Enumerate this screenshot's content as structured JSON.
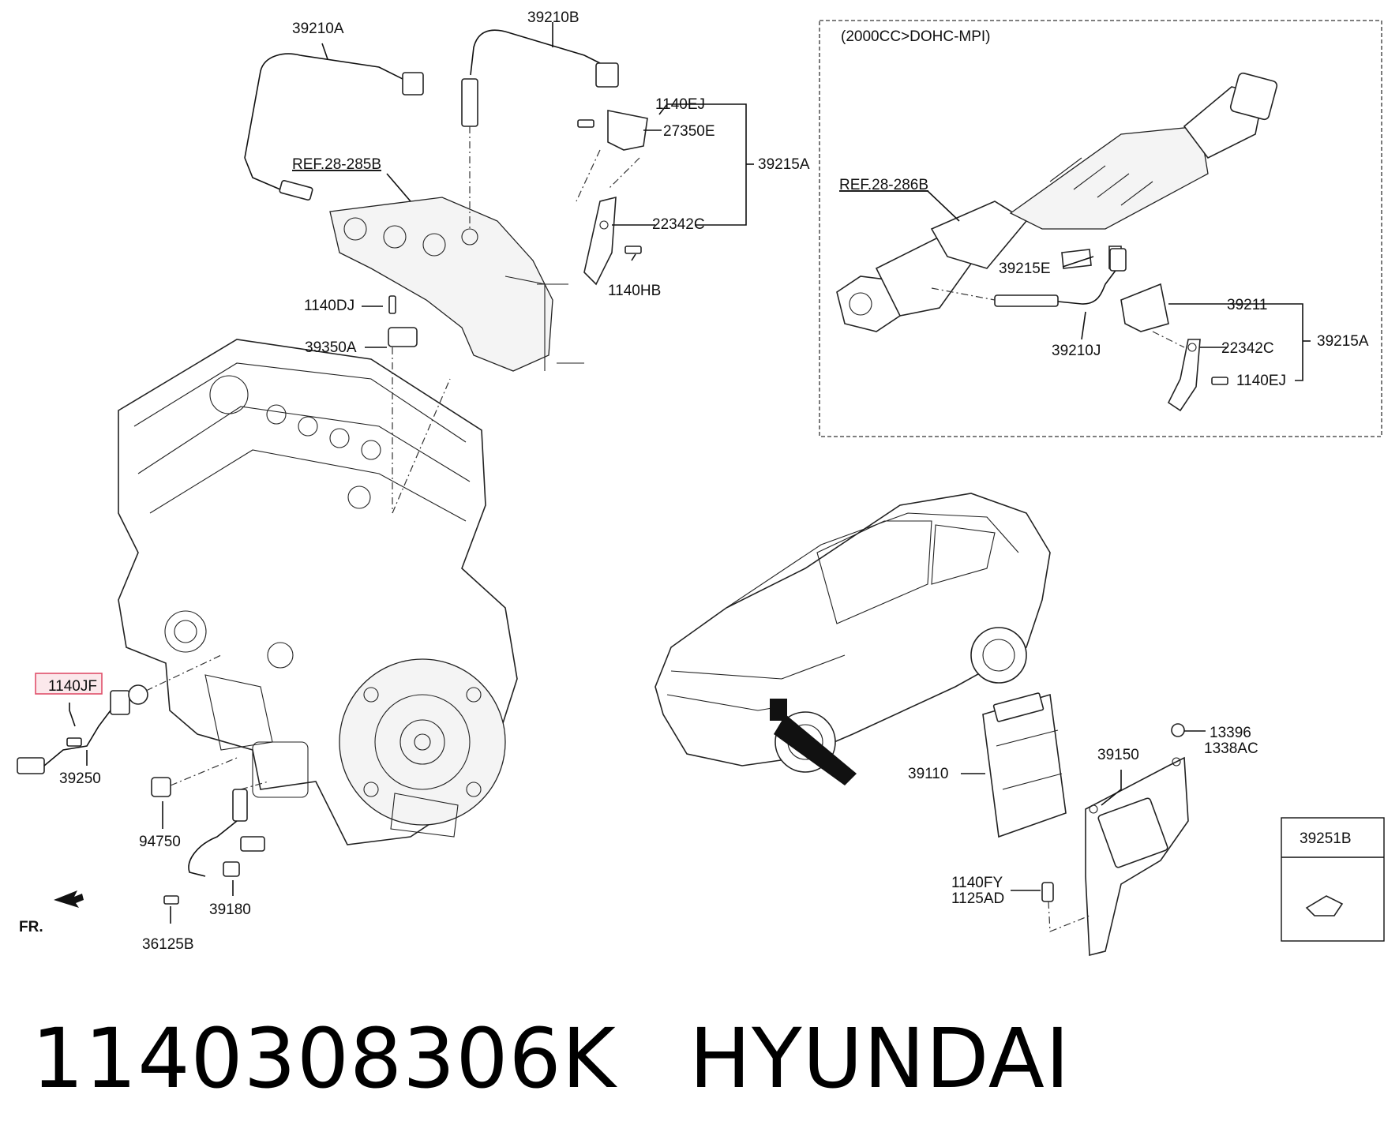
{
  "inset_title": "(2000CC>DOHC-MPI)",
  "labels": {
    "l_39210A": "39210A",
    "l_39210B": "39210B",
    "l_1140EJ_top": "1140EJ",
    "l_27350E": "27350E",
    "l_39215A_top": "39215A",
    "l_22342C_top": "22342C",
    "l_1140HB": "1140HB",
    "l_ref_285B": "REF.28-285B",
    "l_1140DJ": "1140DJ",
    "l_39350A": "39350A",
    "l_ref_286B": "REF.28-286B",
    "l_39215E": "39215E",
    "l_39211": "39211",
    "l_22342C_inset": "22342C",
    "l_39215A_inset": "39215A",
    "l_39210J": "39210J",
    "l_1140EJ_inset": "1140EJ",
    "l_1140JF": "1140JF",
    "l_39250": "39250",
    "l_94750": "94750",
    "l_39180": "39180",
    "l_36125B": "36125B",
    "l_fr": "FR.",
    "l_13396": "13396",
    "l_1338AC": "1338AC",
    "l_39150": "39150",
    "l_39110": "39110",
    "l_1140FY": "1140FY",
    "l_1125AD": "1125AD",
    "l_39251B": "39251B"
  },
  "highlight_color": "#e0506a",
  "footer": {
    "part_number": "1140308306K",
    "brand": "HYUNDAI"
  }
}
